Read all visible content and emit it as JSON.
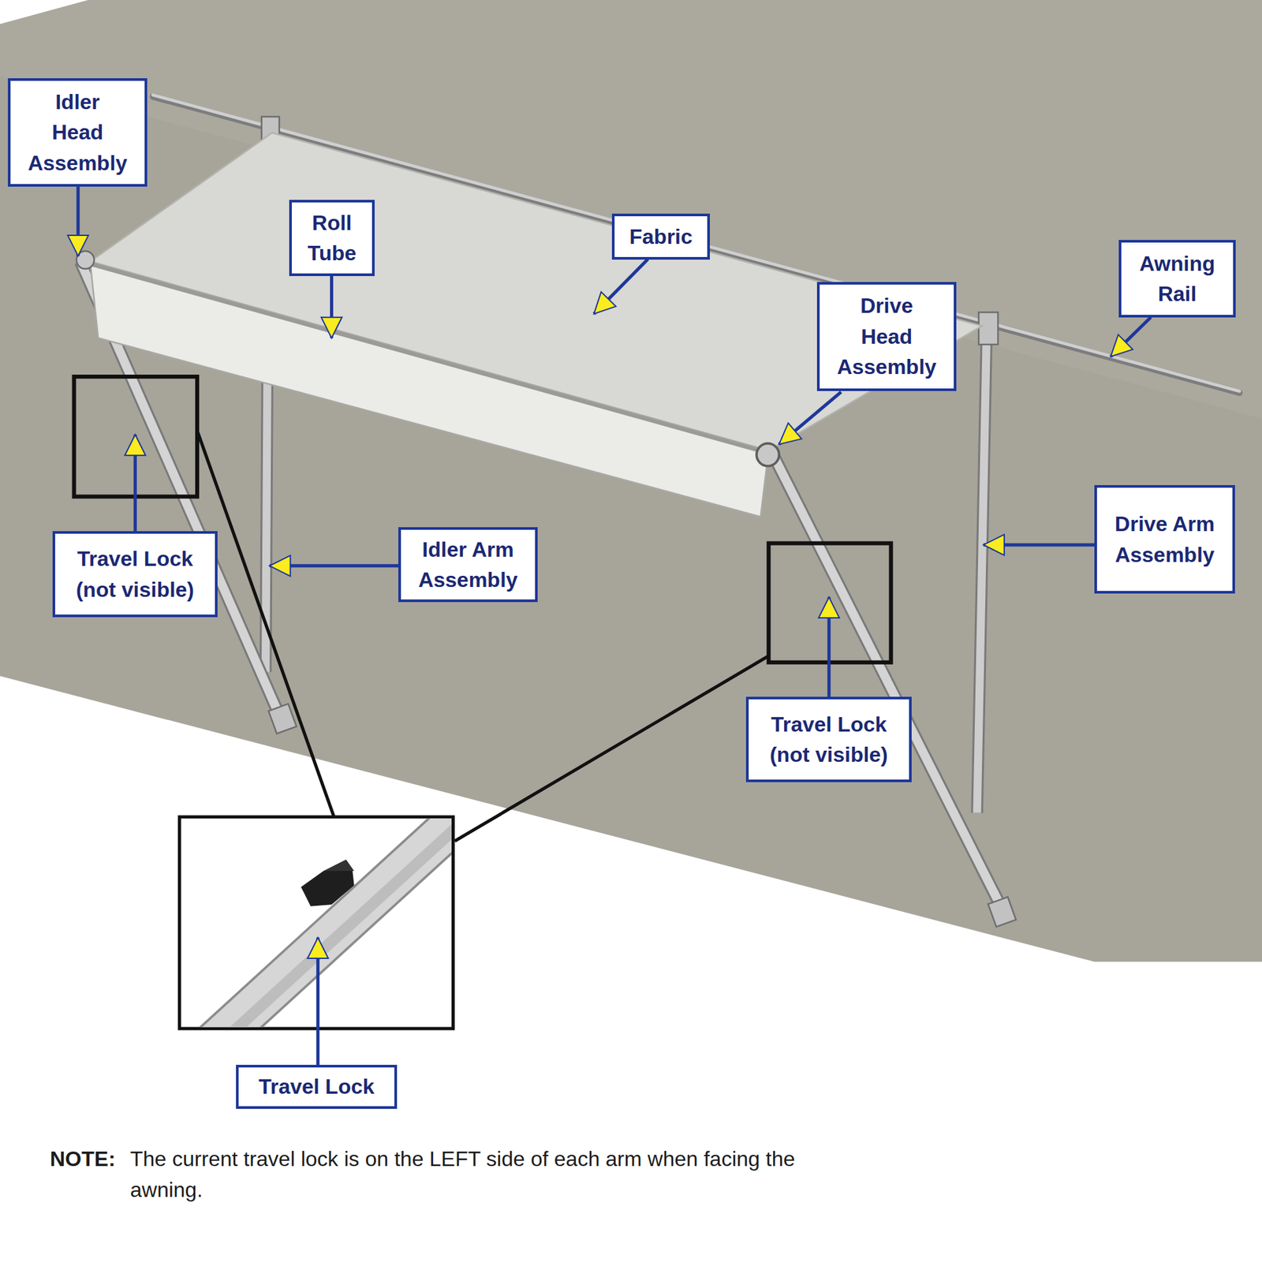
{
  "diagram": {
    "nodes": [
      {
        "text": [
          "Idler Head Assembly"
        ]
      },
      {
        "text": [
          "Roll Tube"
        ]
      },
      {
        "text": [
          "Fabric"
        ]
      },
      {
        "text": [
          "Awning Rail"
        ]
      },
      {
        "text": [
          "Drive Head Assembly"
        ]
      },
      {
        "text": [
          "Travel Lock (not visible)"
        ]
      },
      {
        "text": [
          "Idler Arm Assembly"
        ]
      },
      {
        "text": [
          "Drive Arm Assembly"
        ]
      },
      {
        "text": [
          "Travel Lock (not visible)"
        ]
      },
      {
        "text": [
          "Travel Lock"
        ]
      }
    ],
    "labels": [
      "NOTE:",
      "The current travel lock is on the LEFT side of each arm when facing the awning."
    ]
  }
}
